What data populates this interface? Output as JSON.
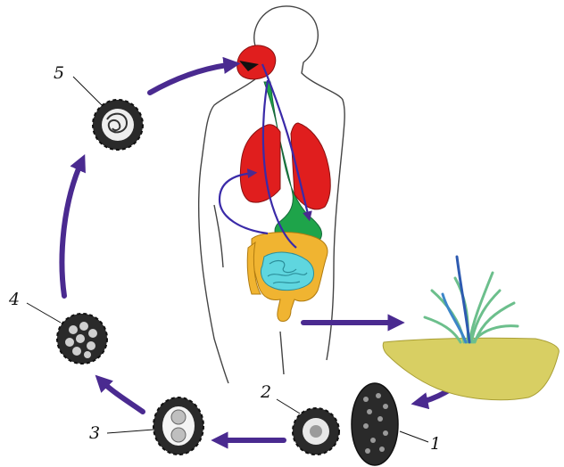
{
  "stage_labels": [
    "1",
    "2",
    "3",
    "4",
    "5"
  ],
  "colors": {
    "arrow": "#4a2a90",
    "arrow_shade": "#2f1770",
    "lungs": "#e01e1e",
    "esophagus": "#1ea44a",
    "small_intestine": "#5fd6df",
    "large_intestine": "#f0b431",
    "soil": "#d8cf63",
    "grass": "#7ec89a",
    "egg": "#2a2a2a"
  }
}
